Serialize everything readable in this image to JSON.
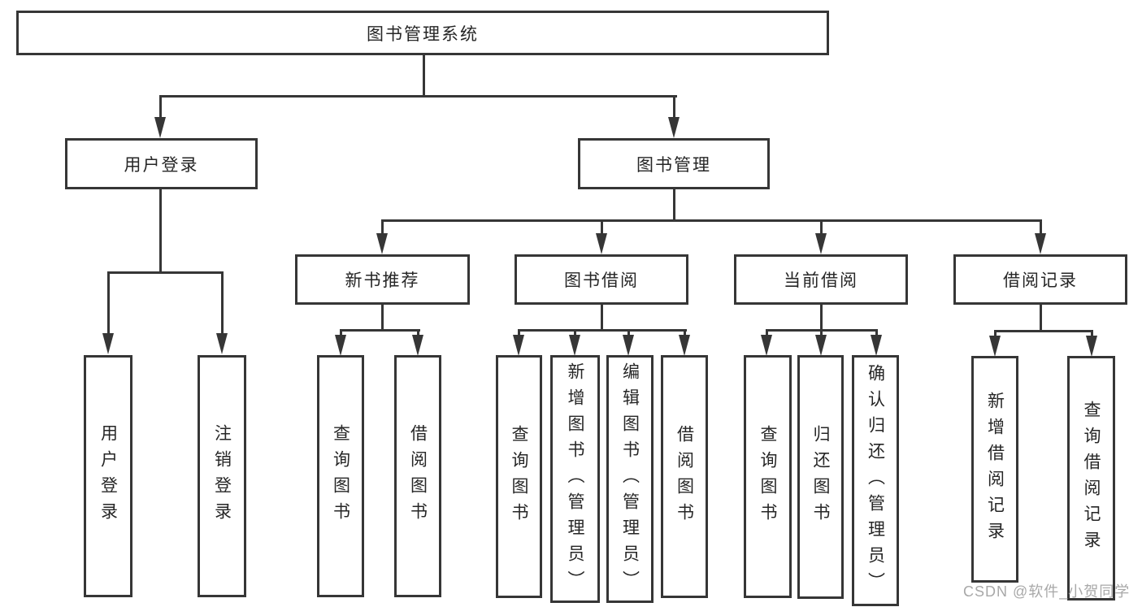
{
  "nodes": {
    "root": "图书管理系统",
    "userLogin": "用户登录",
    "bookMgmt": "图书管理",
    "newBook": "新书推荐",
    "bookBorrow": "图书借阅",
    "currentBorrow": "当前借阅",
    "borrowRecords": "借阅记录",
    "leafUserLogin": "用户登录",
    "leafLogout": "注销登录",
    "leafQueryBook1": "查询图书",
    "leafBorrowBook1": "借阅图书",
    "leafQueryBook2": "查询图书",
    "leafAddBook": "新增图书（管理员）",
    "leafEditBook": "编辑图书（管理员）",
    "leafBorrowBook2": "借阅图书",
    "leafQueryBook3": "查询图书",
    "leafReturnBook": "归还图书",
    "leafConfirmReturn": "确认归还（管理员）",
    "leafAddRecord": "新增借阅记录",
    "leafQueryRecord": "查询借阅记录"
  },
  "tree": {
    "root": [
      "userLogin",
      "bookMgmt"
    ],
    "userLogin": [
      "leafUserLogin",
      "leafLogout"
    ],
    "bookMgmt": [
      "newBook",
      "bookBorrow",
      "currentBorrow",
      "borrowRecords"
    ],
    "newBook": [
      "leafQueryBook1",
      "leafBorrowBook1"
    ],
    "bookBorrow": [
      "leafQueryBook2",
      "leafAddBook",
      "leafEditBook",
      "leafBorrowBook2"
    ],
    "currentBorrow": [
      "leafQueryBook3",
      "leafReturnBook",
      "leafConfirmReturn"
    ],
    "borrowRecords": [
      "leafAddRecord",
      "leafQueryRecord"
    ]
  },
  "watermark": "CSDN @软件_小贺同学",
  "colors": {
    "line": "#363636",
    "text": "#262626",
    "background": "#ffffff",
    "watermark": "#a8a8a8"
  }
}
